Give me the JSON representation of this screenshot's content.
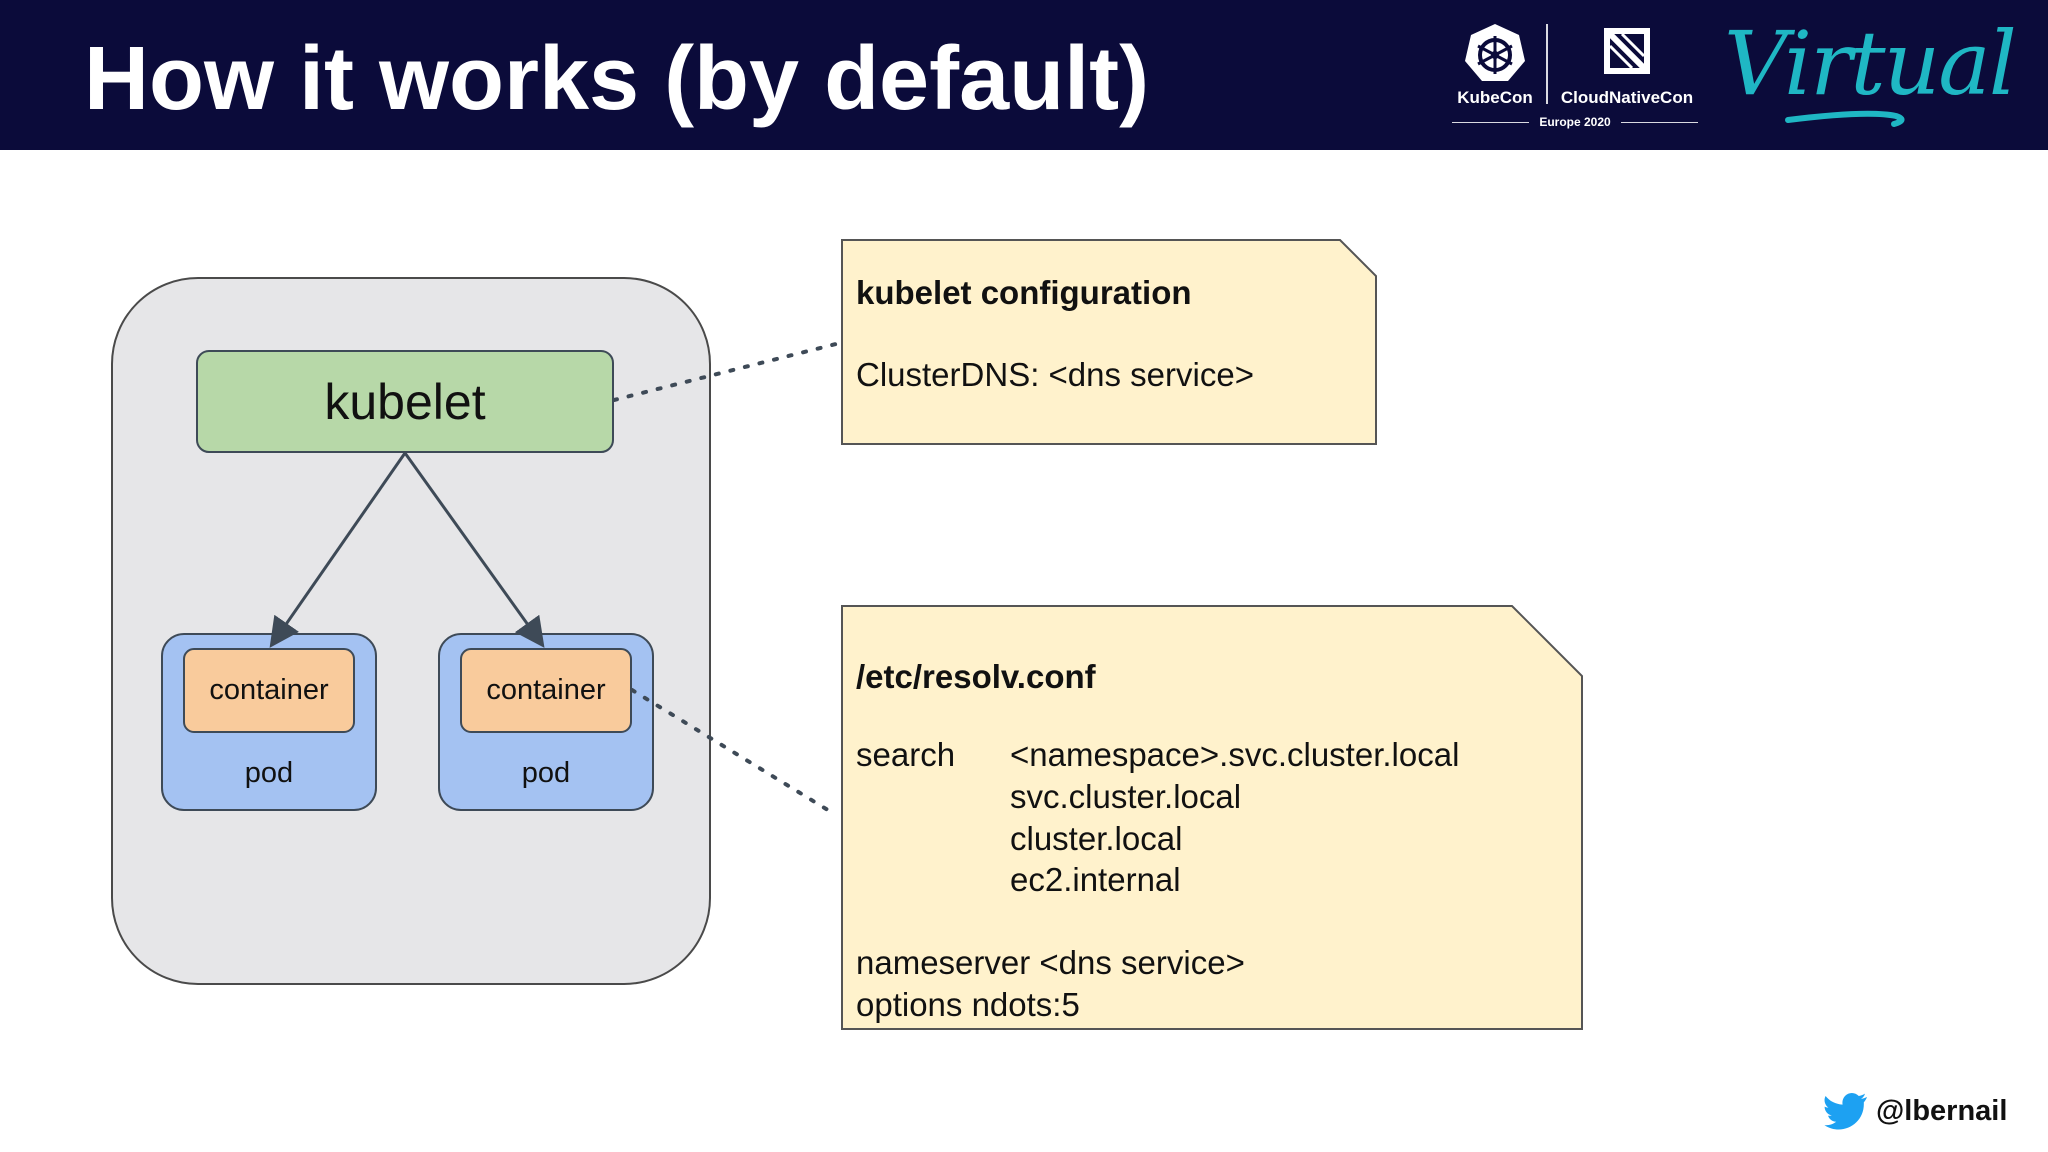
{
  "header": {
    "title": "How it works (by default)",
    "logos": {
      "kubecon": "KubeCon",
      "cloudnativecon": "CloudNativeCon",
      "event": "Europe 2020",
      "virtual": "Virtual"
    }
  },
  "diagram": {
    "kubelet": "kubelet",
    "pods": [
      {
        "container": "container",
        "pod": "pod"
      },
      {
        "container": "container",
        "pod": "pod"
      }
    ]
  },
  "notes": {
    "kubelet_config": {
      "title": "kubelet configuration",
      "line": "ClusterDNS: <dns service>"
    },
    "resolv": {
      "title": "/etc/resolv.conf",
      "search_key": "search",
      "search_domains": [
        "<namespace>.svc.cluster.local",
        "svc.cluster.local",
        "cluster.local",
        "ec2.internal"
      ],
      "nameserver": "nameserver <dns service>",
      "options": "options ndots:5"
    }
  },
  "footer": {
    "handle": "@lbernail",
    "icon": "twitter-bird-icon"
  },
  "colors": {
    "header_bg": "#0b0b3a",
    "node_bg": "#e6e6e8",
    "kubelet_fill": "#b7d8a8",
    "pod_fill": "#a4c2f2",
    "container_fill": "#f9cb9c",
    "note_fill": "#fff2cc",
    "accent": "#1fb7c4",
    "twitter": "#1da1f2"
  }
}
